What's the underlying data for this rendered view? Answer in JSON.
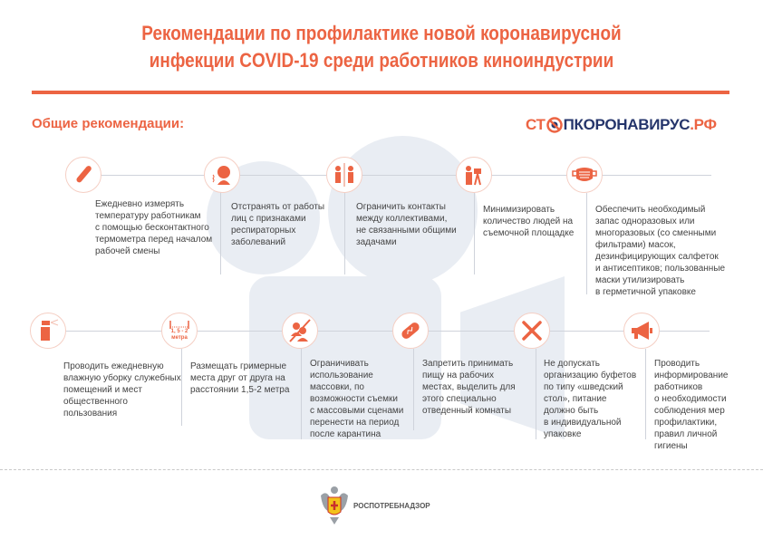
{
  "title": "Рекомендации по профилактике новой коронавирусной\nинфекции COVID-19 среди работников киноиндустрии",
  "title_line1": "Рекомендации по профилактике новой коронавирусной",
  "title_line2": "инфекции COVID-19 среди работников киноиндустрии",
  "subtitle": "Общие рекомендации:",
  "logo": {
    "part1": "СТ",
    "part2": "ПКОРОНАВИРУС",
    "part3": ".РФ"
  },
  "colors": {
    "accent": "#ec6443",
    "bg_shape": "#e9edf3",
    "dark": "#25356b"
  },
  "row1": [
    {
      "icon": "thermometer-icon",
      "text": "Ежедневно измерять\nтемпературу работникам\nс помощью бесконтактного\nтермометра перед началом\nрабочей смены"
    },
    {
      "icon": "coughing-person-icon",
      "text": "Отстранять от работы\nлиц с признаками\nреспираторных\nзаболеваний"
    },
    {
      "icon": "separated-people-icon",
      "text": "Ограничить контакты\nмежду коллективами,\nне связанными общими\nзадачами"
    },
    {
      "icon": "camera-operator-icon",
      "text": "Минимизировать\nколичество людей на\nсъемочной площадке"
    },
    {
      "icon": "face-mask-icon",
      "text": "Обеспечить необходимый\nзапас одноразовых или\nмногоразовых (со сменными\nфильтрами) масок,\nдезинфицирующих салфеток\nи антисептиков; пользованные\nмаски утилизировать\nв герметичной упаковке"
    }
  ],
  "row2": [
    {
      "icon": "spray-bottle-icon",
      "text": "Проводить ежедневную\nвлажную уборку служебных\nпомещений и мест\nобщественного\nпользования"
    },
    {
      "icon": "distance-icon",
      "icon_label_1": "1, 5 - 2",
      "icon_label_2": "метра",
      "text": "Размещать гримерные\nместа друг от друга на\nрасстоянии 1,5-2 метра"
    },
    {
      "icon": "no-crowd-icon",
      "text": "Ограничивать\nиспользование\nмассовки, по\nвозможности съемки\nс массовыми сценами\nперенести на период\nпосле карантина"
    },
    {
      "icon": "hotdog-icon",
      "text": "Запретить принимать\nпищу на рабочих\nместах, выделить для\nэтого специально\nотведенный комнаты"
    },
    {
      "icon": "fork-knife-icon",
      "text": "Не допускать\nорганизацию буфетов\nпо типу «шведский\nстол», питание\nдолжно быть\nв индивидуальной\nупаковке"
    },
    {
      "icon": "megaphone-icon",
      "text": "Проводить\nинформирование\nработников\nо необходимости\nсоблюдения мер\nпрофилактики,\nправил личной\nгигиены"
    }
  ],
  "footer": {
    "org": "РОСПОТРЕБНАДЗОР"
  }
}
